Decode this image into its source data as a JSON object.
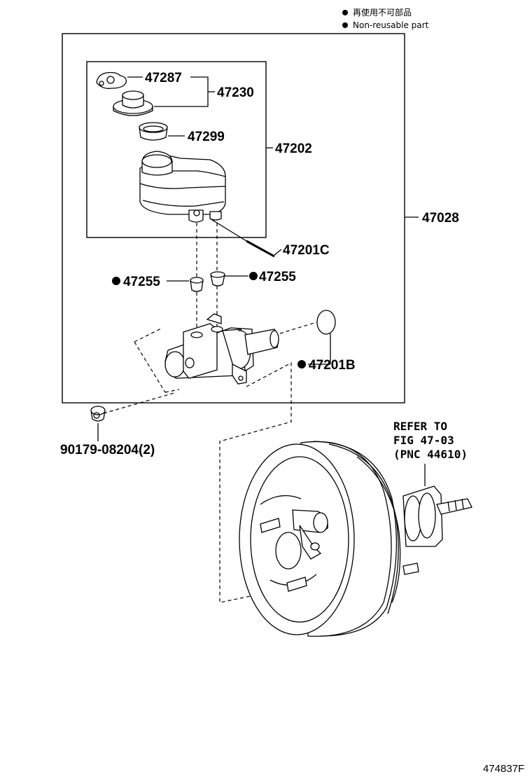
{
  "legend": {
    "line1": "再使用不可部品",
    "line2": "Non-reusable part"
  },
  "labels": {
    "p47287": "47287",
    "p47230": "47230",
    "p47299": "47299",
    "p47202": "47202",
    "p47028": "47028",
    "p47201C": "47201C",
    "p47255_left": "47255",
    "p47255_right": "47255",
    "p47201B": "47201B",
    "p90179": "90179-08204(2)"
  },
  "refer": {
    "line1": "REFER TO",
    "line2": "FIG 47-03",
    "line3": "(PNC 44610)"
  },
  "figure_id": "474837F"
}
